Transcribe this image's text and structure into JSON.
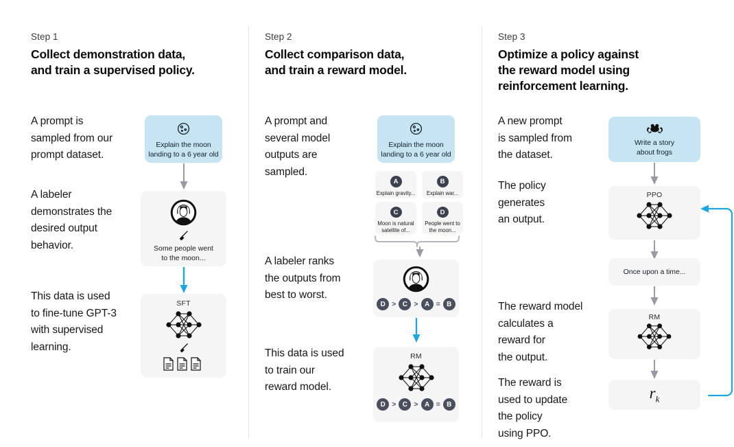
{
  "colors": {
    "prompt_blue": "#c6e4f2",
    "card_gray": "#f5f5f5",
    "accent_cyan": "#1ca7e0",
    "arrow_gray": "#9a9aa5",
    "badge_dark": "#3c4150",
    "divider": "#e3e3e3"
  },
  "columns": [
    {
      "step_label": "Step 1",
      "title": "Collect demonstration data,\nand train a supervised policy.",
      "paragraphs": [
        "A prompt is\nsampled from our\nprompt dataset.",
        "A labeler\ndemonstrates the\ndesired output\nbehavior.",
        "This data is used\nto fine-tune GPT-3\nwith supervised\nlearning."
      ],
      "boxes": [
        {
          "kind": "prompt",
          "icon": "moon-icon",
          "text": "Explain the moon\nlanding to a 6 year old"
        },
        {
          "kind": "labeler",
          "icon": "person-icon",
          "sub_icon": "pencil-icon",
          "text": "Some people went\nto the moon..."
        },
        {
          "kind": "model",
          "label": "SFT",
          "icon": "neural-network-icon",
          "sub_icon": "pencil-icon",
          "docs_icon": "documents-icon"
        }
      ]
    },
    {
      "step_label": "Step 2",
      "title": "Collect comparison data,\nand train a reward model.",
      "paragraphs": [
        "A prompt and\nseveral model\noutputs are\nsampled.",
        "A labeler ranks\nthe outputs from\nbest to worst.",
        "This data is used\nto train our\nreward model."
      ],
      "prompt_box": {
        "icon": "moon-icon",
        "text": "Explain the moon\nlanding to a 6 year old"
      },
      "options": [
        {
          "badge": "A",
          "text": "Explain gravity..."
        },
        {
          "badge": "B",
          "text": "Explain war..."
        },
        {
          "badge": "C",
          "text": "Moon is natural\nsatellite of..."
        },
        {
          "badge": "D",
          "text": "People went to\nthe moon..."
        }
      ],
      "rank_box": {
        "icon": "person-icon",
        "ranking": [
          "D",
          ">",
          "C",
          ">",
          "A",
          "=",
          "B"
        ]
      },
      "rm_box": {
        "label": "RM",
        "icon": "neural-network-icon",
        "ranking": [
          "D",
          ">",
          "C",
          ">",
          "A",
          "=",
          "B"
        ]
      }
    },
    {
      "step_label": "Step 3",
      "title": "Optimize a policy against\nthe reward model using\nreinforcement learning.",
      "paragraphs": [
        "A new prompt\nis sampled from\nthe dataset.",
        "The policy\ngenerates\nan output.",
        "The reward model\ncalculates a\nreward for\nthe output.",
        "The reward is\nused to update\nthe policy\nusing PPO."
      ],
      "boxes": [
        {
          "kind": "prompt",
          "icon": "frog-icon",
          "text": "Write a story\nabout frogs"
        },
        {
          "kind": "model",
          "label": "PPO",
          "icon": "neural-network-icon"
        },
        {
          "kind": "output",
          "text": "Once upon a time..."
        },
        {
          "kind": "model",
          "label": "RM",
          "icon": "neural-network-icon"
        },
        {
          "kind": "reward",
          "formula_base": "r",
          "formula_sub": "k"
        }
      ],
      "feedback_loop": "update-arrow"
    }
  ]
}
